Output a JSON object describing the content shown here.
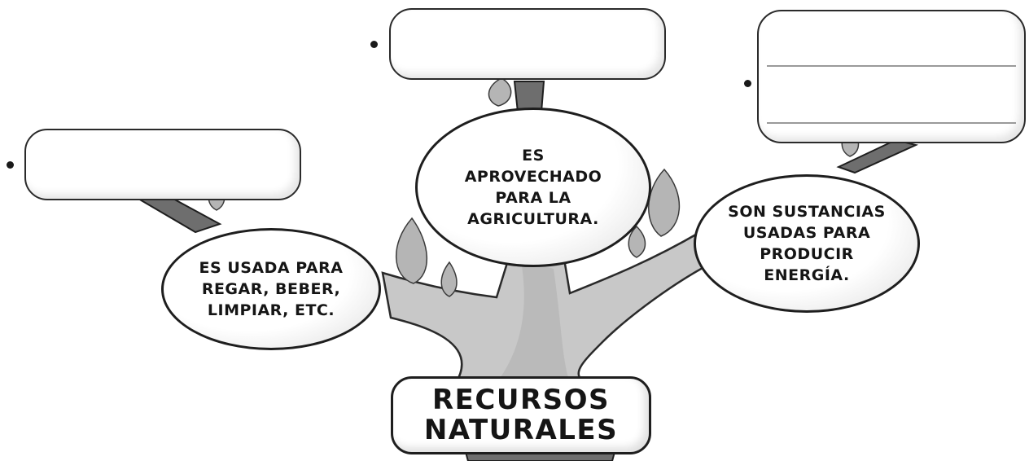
{
  "center": {
    "title": "RECURSOS\nNATURALES"
  },
  "branches": {
    "left": {
      "description": "ES USADA PARA\nREGAR, BEBER,\nLIMPIAR, ETC.",
      "answer": ""
    },
    "top": {
      "description": "ES\nAPROVECHADO\nPARA LA\nAGRICULTURA.",
      "answer": ""
    },
    "right": {
      "description": "SON SUSTANCIAS\nUSADAS PARA\nPRODUCIR\nENERGÍA.",
      "answer": ""
    }
  },
  "colors": {
    "trunk": "#c8c8c8",
    "trunk_shadow": "#9e9e9e",
    "outline": "#1e1e1e",
    "leaf": "#b5b5b5",
    "stem": "#6e6e6e"
  }
}
